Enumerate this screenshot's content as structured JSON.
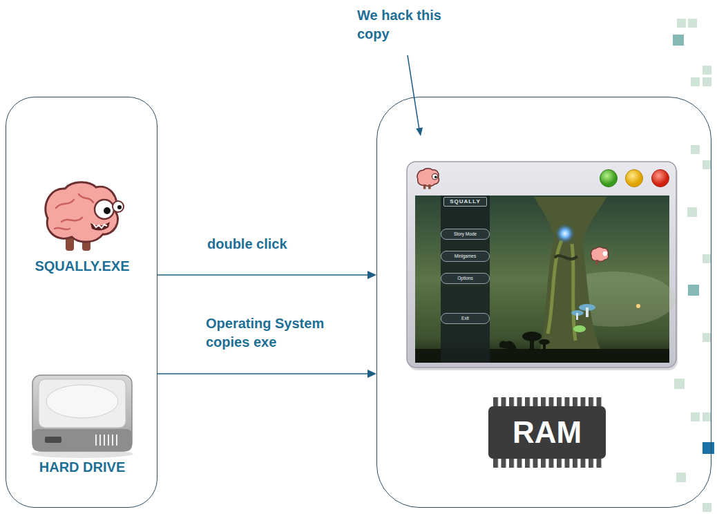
{
  "diagram": {
    "nodes": [
      {
        "text": [
          "SQUALLY.EXE",
          "HARD DRIVE"
        ]
      },
      {
        "text": [
          "RAM"
        ]
      },
      {
        "text": [
          "SQUALLY",
          "Story Mode",
          "Minigames",
          "Options",
          "Exit"
        ],
        "in": 1
      }
    ],
    "edges": [
      {
        "from": 0,
        "to": 1,
        "arrow": "to",
        "label": "double click"
      },
      {
        "from": 0,
        "to": 1,
        "arrow": "to",
        "label": "Operating System copies exe"
      }
    ],
    "labels": [
      "We hack this copy"
    ]
  }
}
